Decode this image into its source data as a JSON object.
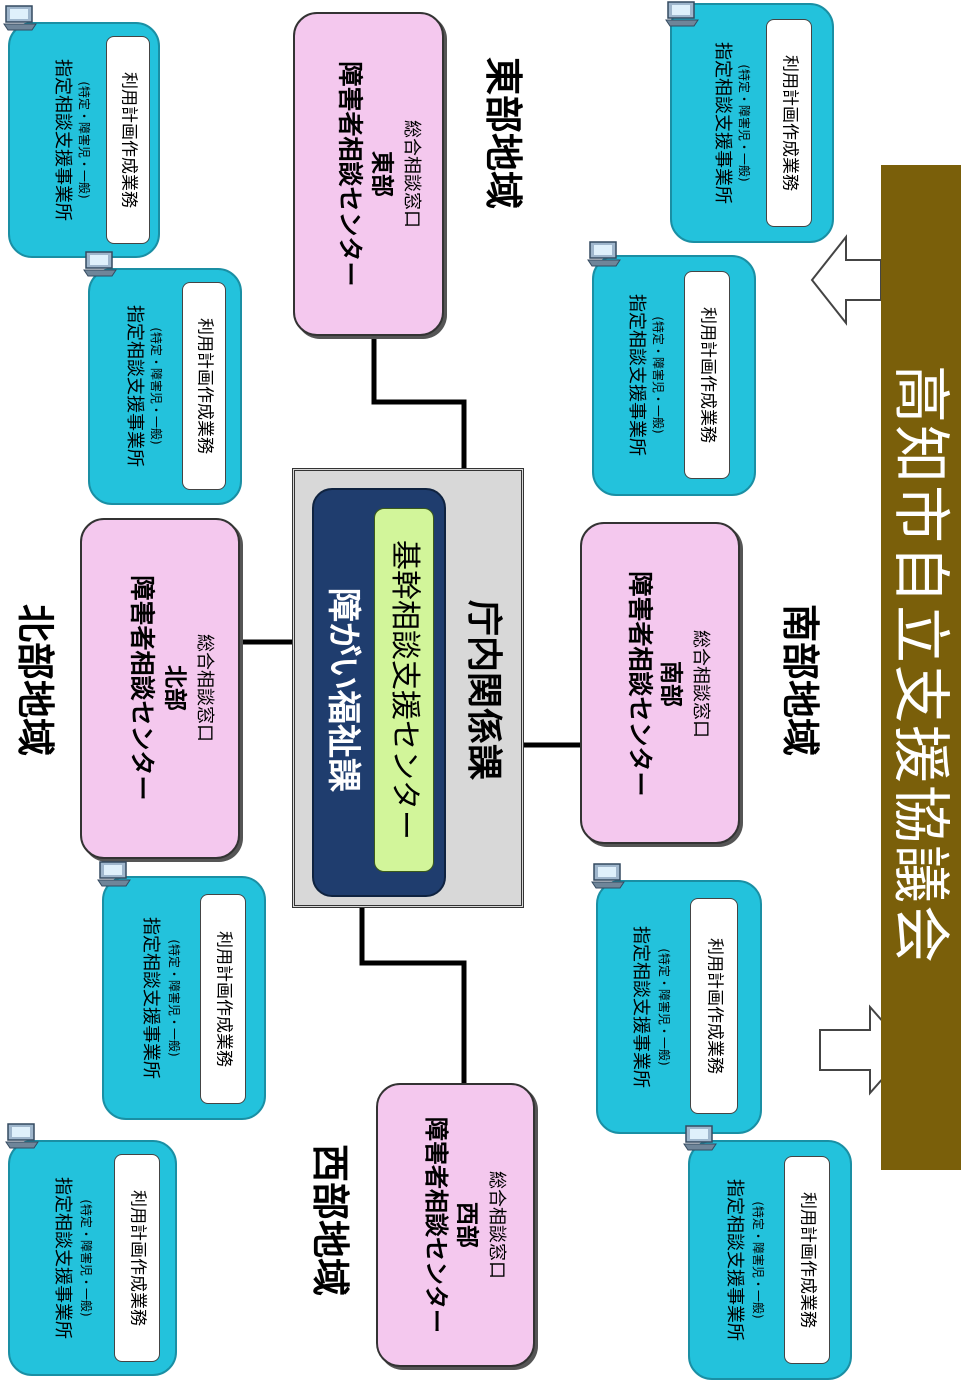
{
  "council": {
    "label": "高知市自立支援協議会",
    "color": "#7a5f0a"
  },
  "central": {
    "welfare_dept": "障がい福祉課",
    "core_center": "基幹相談支援センター",
    "related_depts": "庁内関係課"
  },
  "regions": {
    "north": "北部地域",
    "east": "東部地域",
    "south": "南部地域",
    "west": "西部地域"
  },
  "centers": {
    "name": "障害者相談センター",
    "window": "総合相談窓口",
    "north": "北部",
    "east": "東部",
    "south": "南部",
    "west": "西部"
  },
  "office": {
    "title": "指定相談支援事業所",
    "sub": "(特定・障害児・一般)",
    "duty": "利用計画作成業務",
    "icon": "computer-icon"
  },
  "colors": {
    "office_fill": "#23c2dc",
    "center_fill": "#f4c8ee",
    "navy": "#1f3d6e",
    "green": "#d2f59a"
  }
}
